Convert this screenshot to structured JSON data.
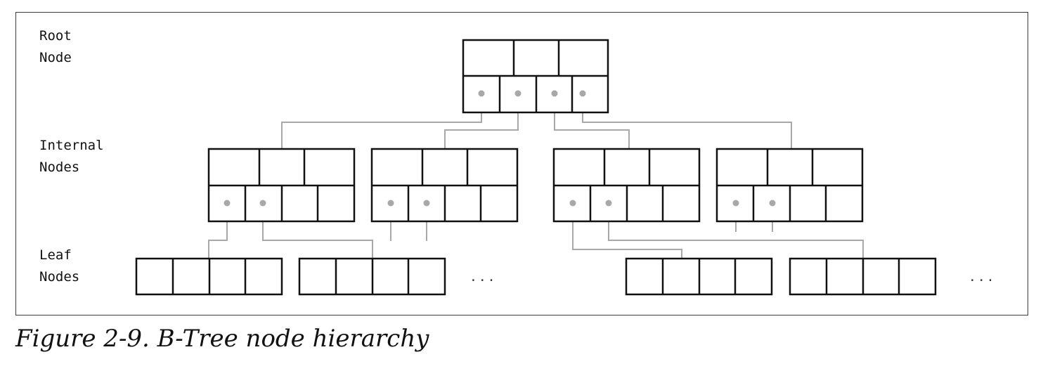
{
  "labels": {
    "root": "Root\nNode",
    "internal": "Internal\nNodes",
    "leaf": "Leaf\nNodes"
  },
  "ellipsis": "...",
  "caption": "Figure 2-9. B-Tree node hierarchy",
  "colors": {
    "node_stroke": "#111111",
    "connector": "#a8a8a8",
    "frame": "#3a3a3a"
  }
}
